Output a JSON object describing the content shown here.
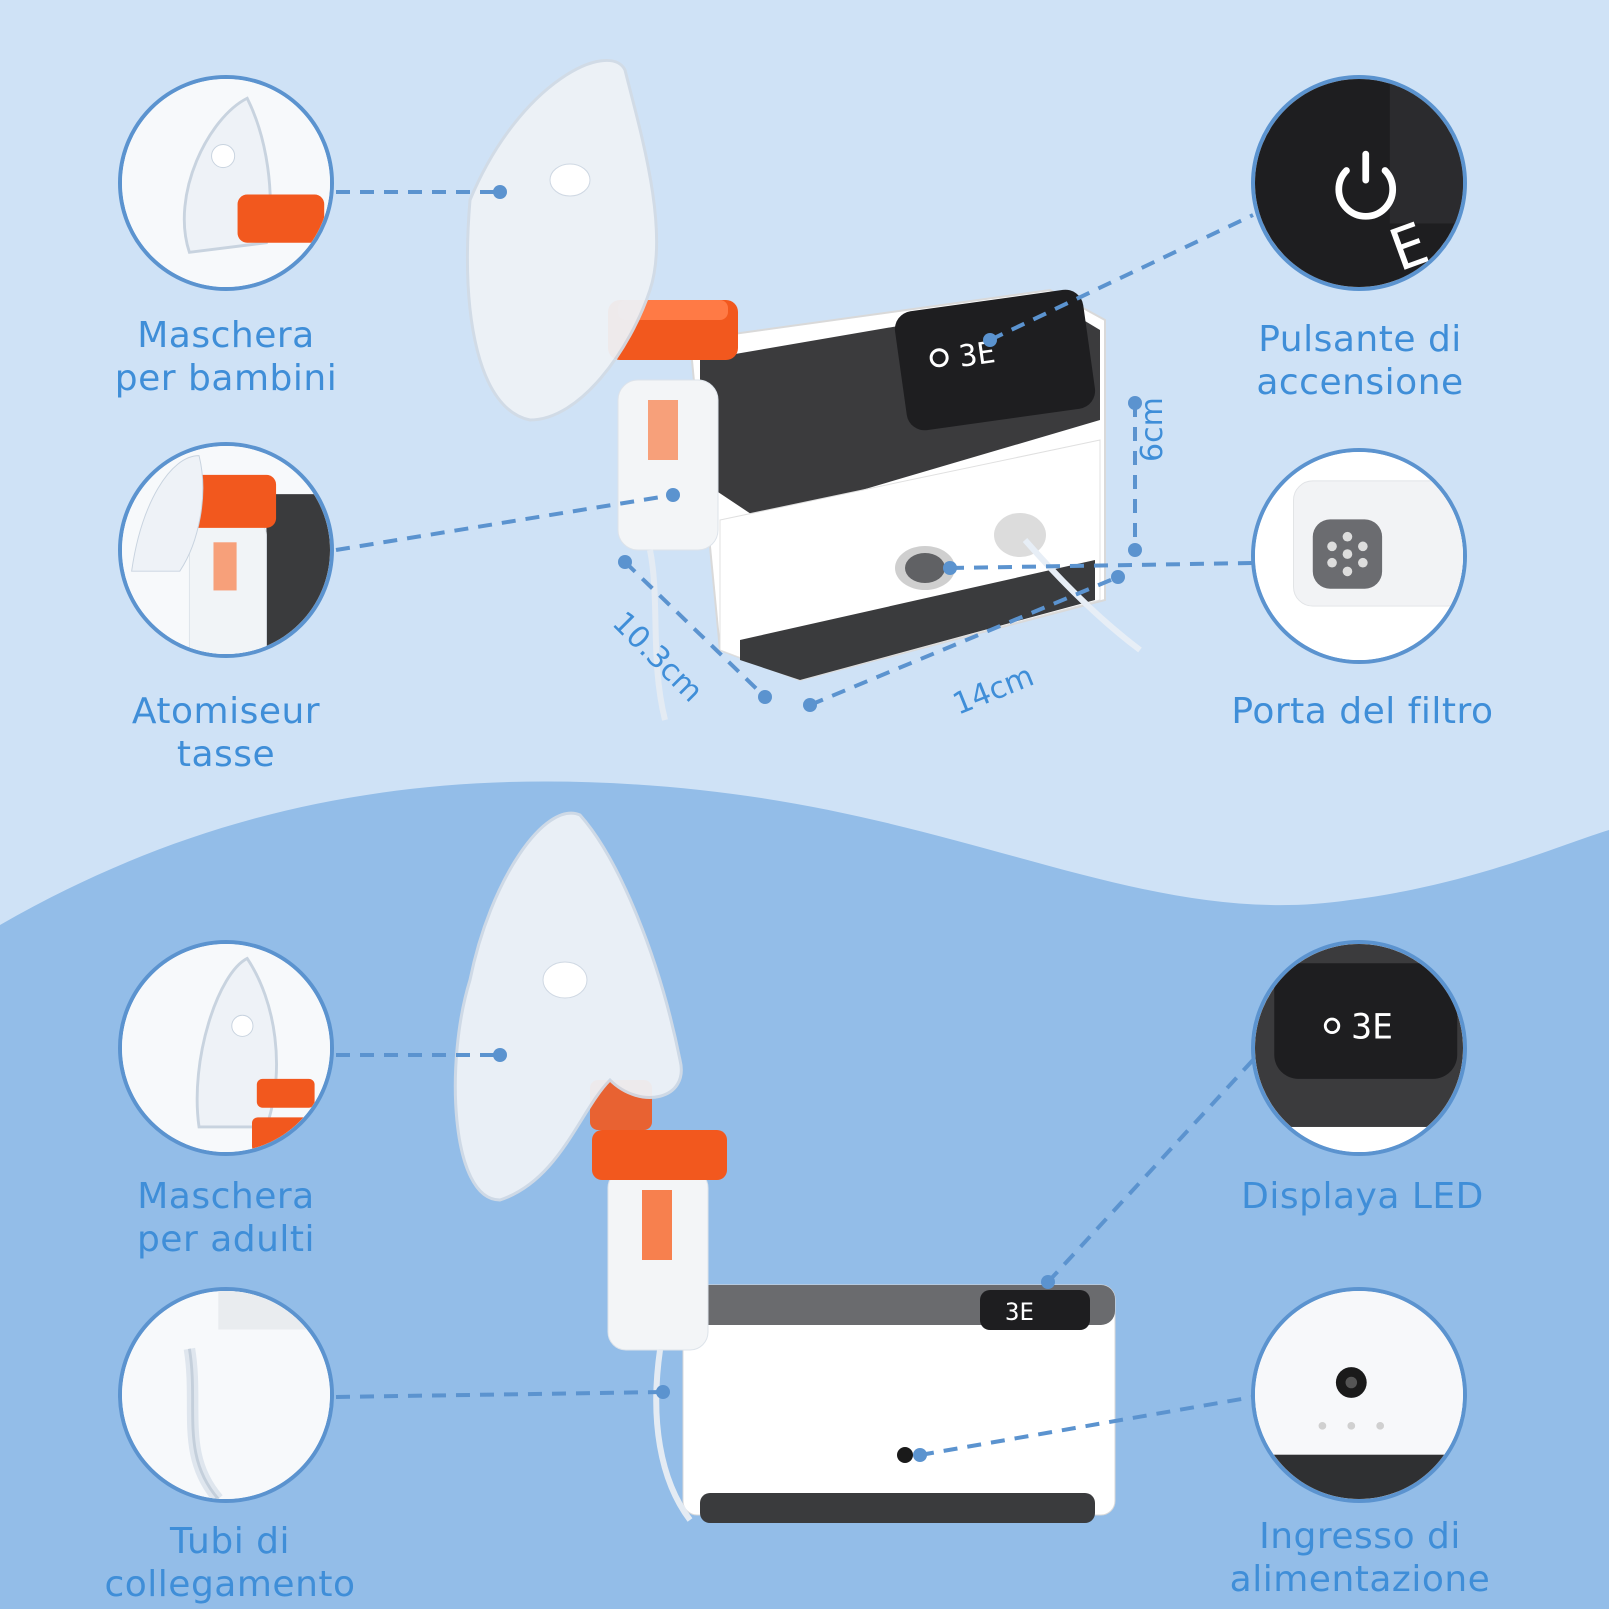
{
  "labels": {
    "child_mask": [
      "Maschera",
      "per bambini"
    ],
    "atomizer_cup": [
      "Atomiseur",
      "tasse"
    ],
    "power_button": [
      "Pulsante di",
      "accensione"
    ],
    "filter_port": [
      "Porta del filtro"
    ],
    "adult_mask": [
      "Maschera",
      "per adulti"
    ],
    "tubes": [
      "Tubi di",
      "collegamento"
    ],
    "led_display": [
      "Displaya LED"
    ],
    "power_input": [
      "Ingresso di",
      "alimentazione"
    ]
  },
  "dimensions": {
    "height": "6cm",
    "depth": "10.3cm",
    "width": "14cm"
  },
  "display_reading": "3E",
  "icons": [
    "power-icon",
    "filter-port-icon",
    "power-socket-icon"
  ],
  "colors": {
    "accent_blue": "#3f8ed8",
    "line_blue": "#5b93cf",
    "orange": "#f2581e",
    "device_dark": "#3a3b3d",
    "bg_light": "#cfe2f6",
    "bg_wave": "#93bde8"
  }
}
